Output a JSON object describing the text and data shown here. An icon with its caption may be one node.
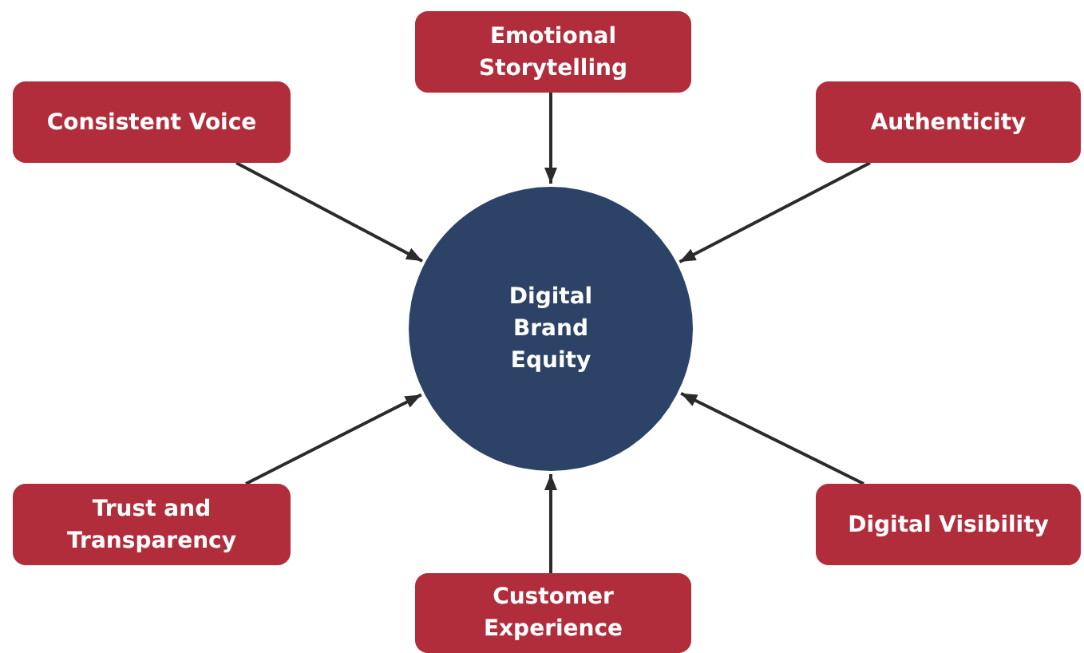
{
  "diagram": {
    "nodes": [
      {
        "text": [
          "Emotional Storytelling"
        ]
      },
      {
        "text": [
          "Consistent Voice"
        ]
      },
      {
        "text": [
          "Authenticity"
        ]
      },
      {
        "text": [
          "Digital Brand Equity"
        ]
      },
      {
        "text": [
          "Trust and Transparency"
        ]
      },
      {
        "text": [
          "Digital Visibility"
        ]
      },
      {
        "text": [
          "Customer Experience"
        ]
      }
    ],
    "edges": [
      {
        "from": 0,
        "to": 3,
        "arrow": "to"
      },
      {
        "from": 1,
        "to": 3,
        "arrow": "to"
      },
      {
        "from": 2,
        "to": 3,
        "arrow": "to"
      },
      {
        "from": 4,
        "to": 3,
        "arrow": "to"
      },
      {
        "from": 5,
        "to": 3,
        "arrow": "to"
      },
      {
        "from": 6,
        "to": 3,
        "arrow": "to"
      }
    ]
  }
}
